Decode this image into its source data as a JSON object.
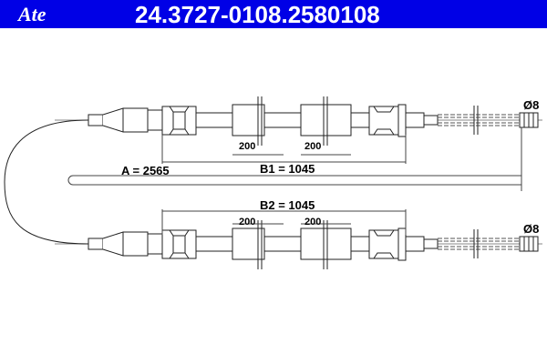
{
  "header": {
    "logo": "Ate",
    "part_number": "24.3727-0108.2",
    "ref_number": "580108",
    "brand_color": "#0000e6"
  },
  "dimensions": {
    "a": "A = 2565",
    "b1": "B1 = 1045",
    "b2": "B2 = 1045",
    "seg": "200",
    "dia": "Ø8"
  }
}
